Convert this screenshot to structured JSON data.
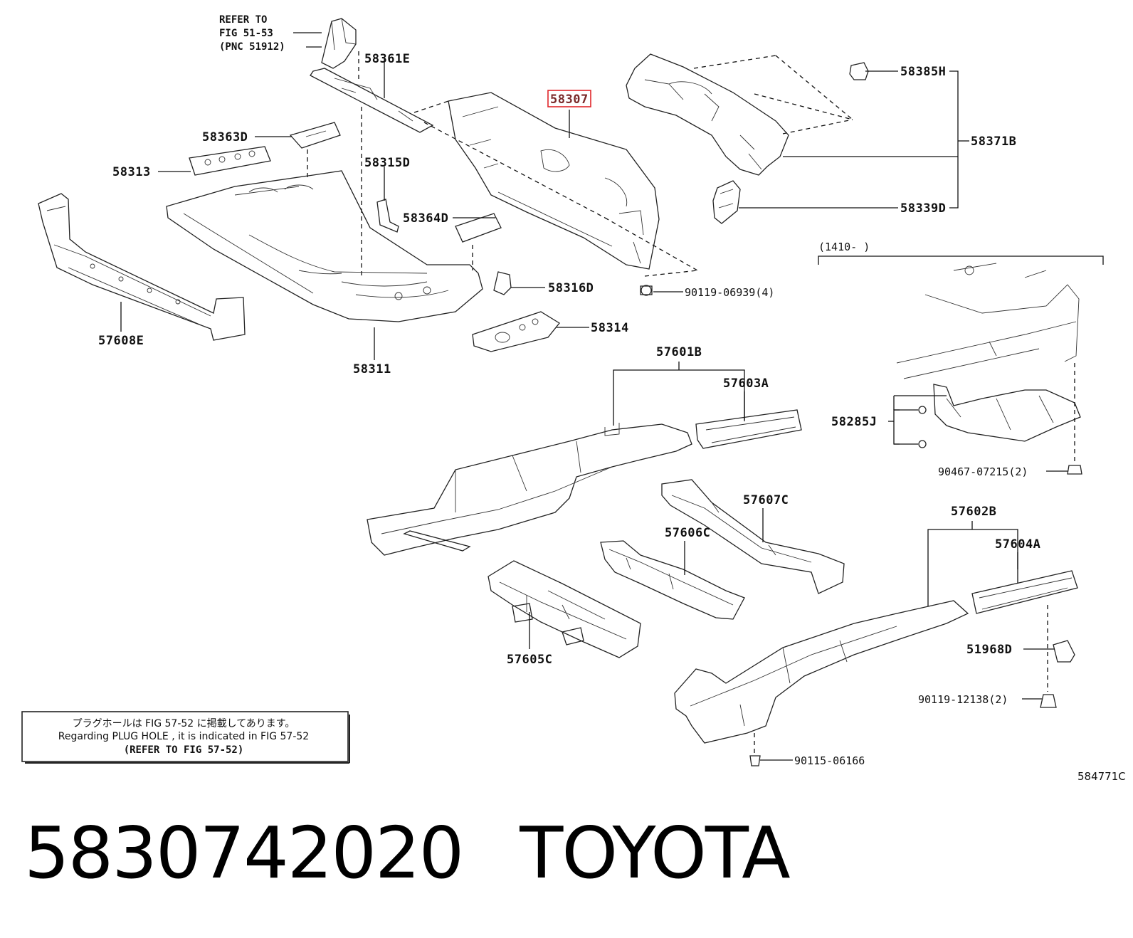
{
  "diagram": {
    "refer_to": [
      "REFER TO",
      "FIG 51-53",
      "(PNC 51912)"
    ],
    "labels": {
      "p58361E": "58361E",
      "p58307": "58307",
      "p58385H": "58385H",
      "p58371B": "58371B",
      "p58339D": "58339D",
      "p58363D": "58363D",
      "p58313": "58313",
      "p58315D": "58315D",
      "p58364D": "58364D",
      "p58316D": "58316D",
      "p90119_06939": "90119-06939(4)",
      "p58314": "58314",
      "p57608E": "57608E",
      "p58311": "58311",
      "p57601B": "57601B",
      "p57603A": "57603A",
      "p57607C": "57607C",
      "p57606C": "57606C",
      "p57605C": "57605C",
      "p57602B": "57602B",
      "p57604A": "57604A",
      "p51968D": "51968D",
      "p90119_12138": "90119-12138(2)",
      "p90115_06166": "90115-06166",
      "p58285J": "58285J",
      "p90467_07215": "90467-07215(2)",
      "inset_range": "(1410-      )",
      "figure_code": "584771C"
    },
    "note": {
      "japanese": "プラグホールは FIG 57-52 に掲載してあります。",
      "english": "Regarding  PLUG  HOLE , it is indicated in  FIG  57-52",
      "refer": "(REFER TO FIG 57-52)"
    },
    "highlight_color": "#e0262a"
  },
  "footer": {
    "part_number": "5830742020",
    "brand": "TOYOTA"
  }
}
